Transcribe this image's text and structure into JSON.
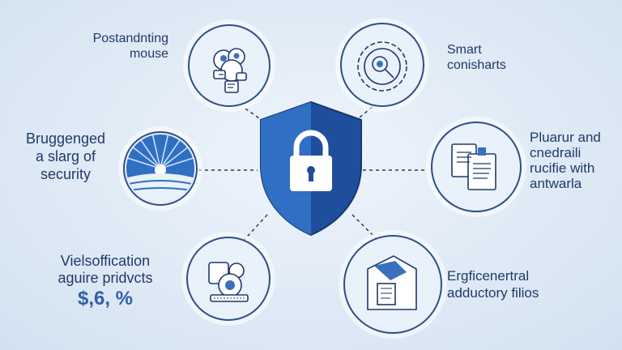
{
  "labels": {
    "top_left": [
      "Postandnting",
      "mouse"
    ],
    "mid_left": [
      "Bruggenged",
      "a slarg of",
      "security"
    ],
    "bottom_left": [
      "Vielsoffication",
      "aguire pridvcts"
    ],
    "bottom_left_value": "$,6, %",
    "top_right": [
      "Smart",
      "conisharts"
    ],
    "mid_right": [
      "Pluarur and",
      "cnedraili",
      "rucifie with",
      "antwarla"
    ],
    "bottom_right": [
      "Ergficenertral",
      "adductory filios"
    ]
  },
  "icons": {
    "center": "shield-lock-icon",
    "top_left": "collaboration-people-icon",
    "top_right": "gear-wrench-icon",
    "mid_left": "sunrise-landscape-icon",
    "mid_right": "documents-hand-icon",
    "bottom_left": "devices-icon",
    "bottom_right": "folder-document-icon"
  },
  "colors": {
    "shield_dark": "#1f4f9c",
    "shield_light": "#2f6fc4",
    "outline": "#2d4f86",
    "text": "#1f3a6a",
    "accent": "#2f5fa8"
  }
}
